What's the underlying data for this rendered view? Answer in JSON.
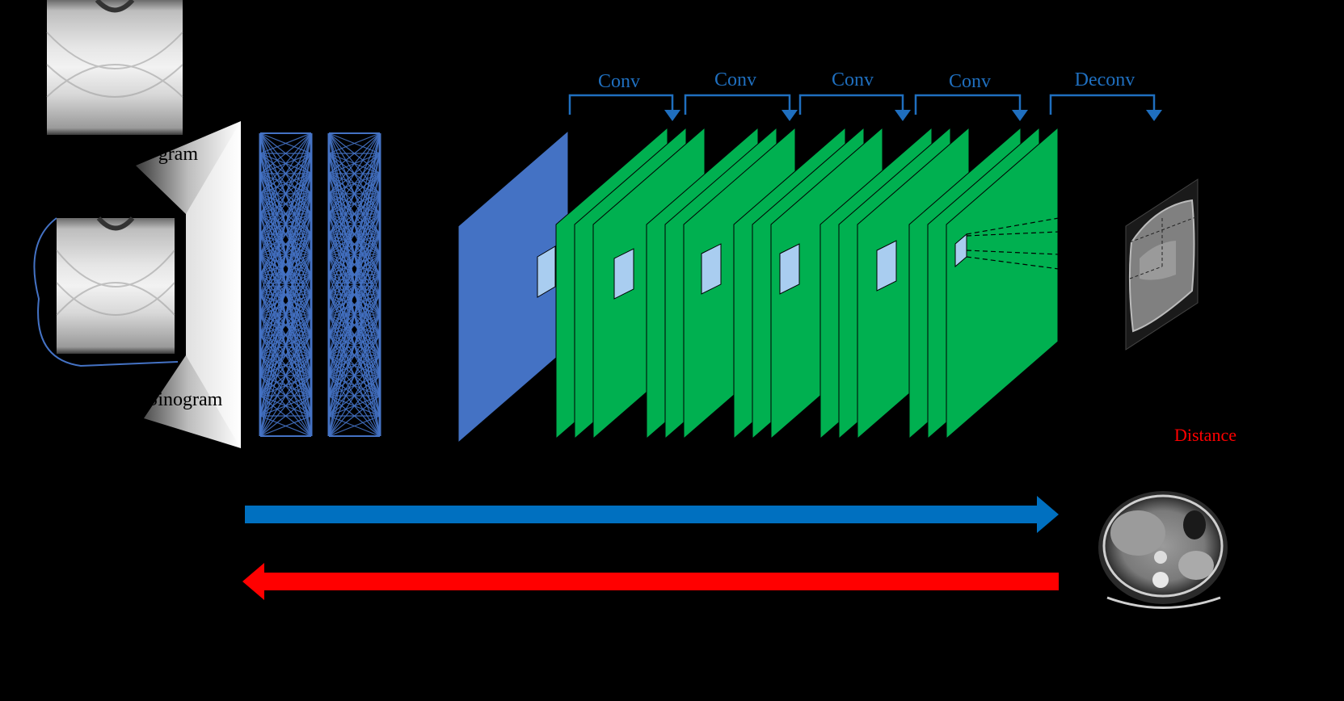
{
  "labels": {
    "sinogram_top": "gram",
    "sinogram_bottom": "Sinogram",
    "distance": "Distance"
  },
  "layer_labels": [
    "Conv",
    "Conv",
    "Conv",
    "Conv",
    "Deconv"
  ],
  "colors": {
    "background": "#000000",
    "fc_layer": "#4472c4",
    "input_plane": "#4472c4",
    "feature_map": "#00b050",
    "patch": "#a9cdf0",
    "bracket": "#1f6fbf",
    "forward_arrow": "#0070c0",
    "backward_arrow": "#ff0000",
    "distance_text": "#ff0000"
  }
}
